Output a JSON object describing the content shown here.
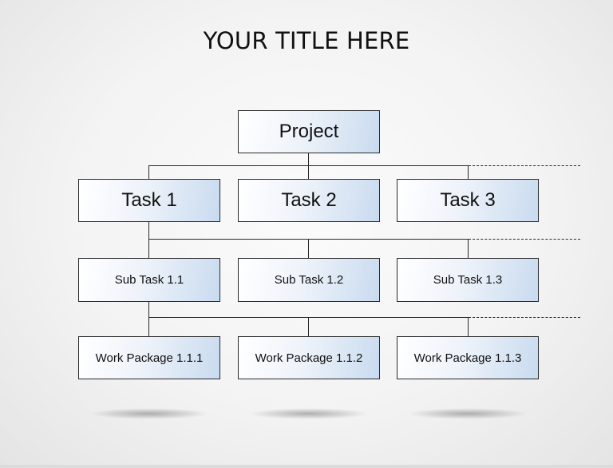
{
  "slide": {
    "title": "YOUR TITLE HERE"
  },
  "wbs": {
    "root": {
      "label": "Project"
    },
    "tasks": [
      {
        "label": "Task 1"
      },
      {
        "label": "Task 2"
      },
      {
        "label": "Task 3"
      }
    ],
    "sub_tasks": [
      {
        "label": "Sub Task 1.1"
      },
      {
        "label": "Sub Task 1.2"
      },
      {
        "label": "Sub Task 1.3"
      }
    ],
    "work_packages": [
      {
        "label": "Work Package 1.1.1"
      },
      {
        "label": "Work Package 1.1.2"
      },
      {
        "label": "Work Package 1.1.3"
      }
    ]
  },
  "colors": {
    "box_gradient_start": "#ffffff",
    "box_gradient_end": "#c9dbef",
    "line": "#2a2a2a",
    "background": "#f3f3f3"
  }
}
